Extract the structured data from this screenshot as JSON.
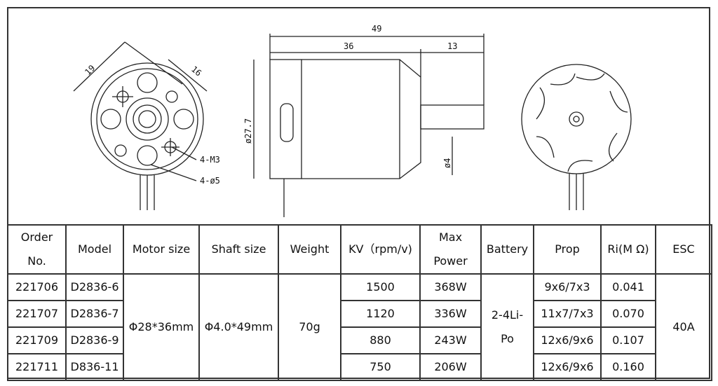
{
  "drawing": {
    "front_dims": {
      "d1": "19",
      "d2": "16",
      "thread": "4-M3",
      "holes": "4-ø5"
    },
    "side_dims": {
      "overall": "49",
      "body": "36",
      "shaft_len": "13",
      "body_dia": "ø27.7",
      "shaft_dia": "ø4"
    }
  },
  "table": {
    "headers": [
      [
        "Order",
        "No."
      ],
      [
        "Model"
      ],
      [
        "Motor size"
      ],
      [
        "Shaft size"
      ],
      [
        "Weight"
      ],
      [
        "KV（rpm/v)"
      ],
      [
        "Max",
        "Power"
      ],
      [
        "Battery"
      ],
      [
        "Prop"
      ],
      [
        "Ri(M Ω)"
      ],
      [
        "ESC"
      ]
    ],
    "shared": {
      "motor_size": "Φ28*36mm",
      "shaft_size": "Φ4.0*49mm",
      "weight": "70g",
      "battery": [
        "2-4Li-",
        "Po"
      ],
      "esc": "40A"
    },
    "rows": [
      {
        "order": "221706",
        "model": "D2836-6",
        "kv": "1500",
        "power": "368W",
        "prop": "9x6/7x3",
        "ri": "0.041"
      },
      {
        "order": "221707",
        "model": "D2836-7",
        "kv": "1120",
        "power": "336W",
        "prop": "11x7/7x3",
        "ri": "0.070"
      },
      {
        "order": "221709",
        "model": "D2836-9",
        "kv": "880",
        "power": "243W",
        "prop": "12x6/9x6",
        "ri": "0.107"
      },
      {
        "order": "221711",
        "model": "D836-11",
        "kv": "750",
        "power": "206W",
        "prop": "12x6/9x6",
        "ri": "0.160"
      }
    ]
  }
}
